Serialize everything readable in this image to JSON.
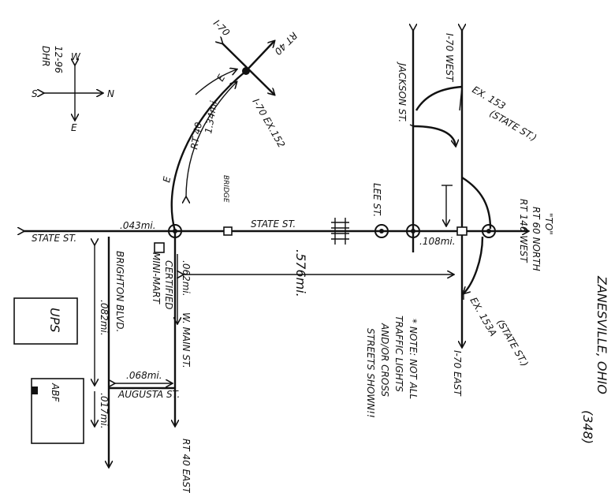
{
  "map": {
    "title": "ZANESVILLE, OHIO",
    "page_number": "(348)",
    "compass": {
      "north": "N",
      "south": "S",
      "east": "E",
      "west": "W"
    },
    "author": {
      "date": "12-96",
      "initials": "DHR"
    },
    "roads": {
      "state_st_west": "STATE ST.",
      "state_st_mid": "STATE ST.",
      "brighton_blvd": "BRIGHTON BLVD.",
      "w_main_st": "W. MAIN ST.",
      "augusta_st": "AUGUSTA ST.",
      "lee_st": "LEE ST.",
      "jackson_st": "JACKSON ST.",
      "rt40_east": "RT 40 EAST",
      "rt40_upper": "RT 40",
      "rt40_arc": "RT 40",
      "rt40_arc_e1": "E",
      "rt40_arc_e2": "E",
      "i70_west": "I-70 WEST",
      "i70_east": "I-70 EAST",
      "i70_upper": "I-70",
      "i70_ex152": "I-70 EX.152",
      "to_label": "\"TO\"",
      "rt60_north": "RT 60 NORTH",
      "rt146_west": "RT 146 WEST"
    },
    "exits": {
      "ex153": "EX. 153",
      "ex153_sub": "(STATE ST.)",
      "ex153a": "EX. 153A",
      "ex153a_sub": "(STATE ST.)"
    },
    "distances": {
      "d043": ".043mi.",
      "d134": "1.34mi.",
      "d576": ".576mi.",
      "d108": ".108mi.",
      "d062": ".062mi.",
      "d068": ".068mi.",
      "d082": ".082mi.",
      "d017": ".017mi."
    },
    "landmarks": {
      "bridge": "BRIDGE",
      "certified": "CERTIFIED",
      "mini_mart": "MINI-MART",
      "ups_box": "UPS",
      "abf_box": "ABF"
    },
    "note": {
      "line1": "* NOTE: NOT ALL",
      "line2": "TRAFFIC LIGHTS",
      "line3": "AND/OR CROSS",
      "line4": "STREETS SHOWN!!"
    }
  }
}
